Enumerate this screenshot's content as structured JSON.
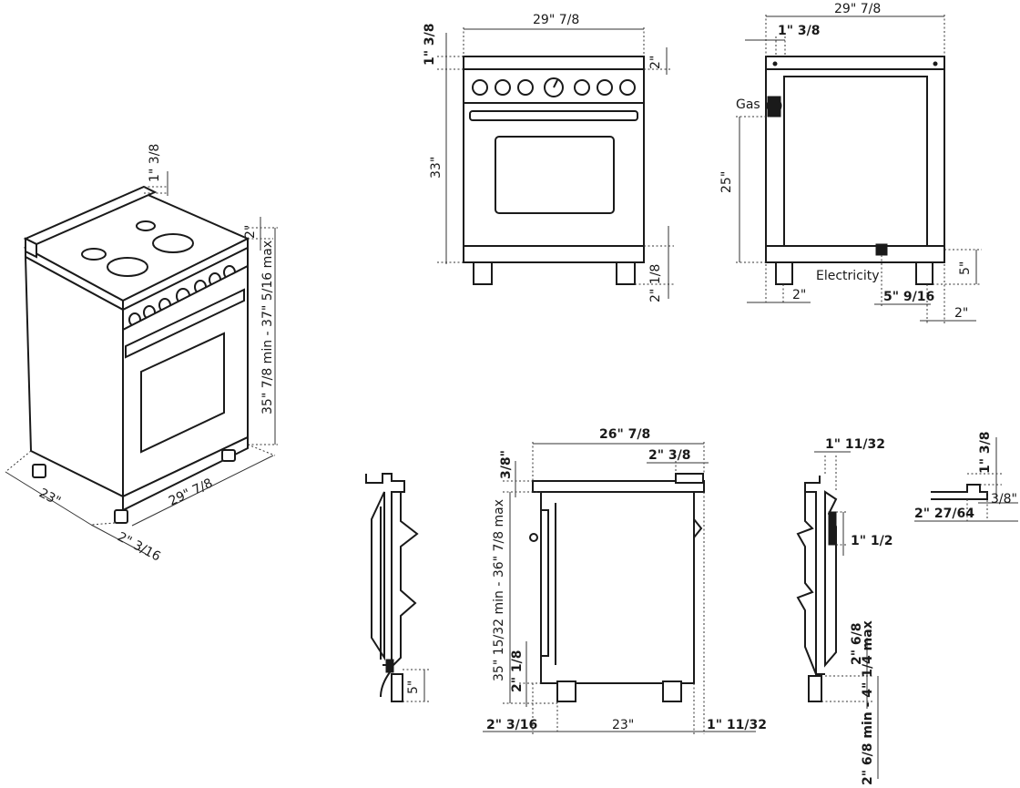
{
  "labels": {
    "iso_top_clearance": "1\" 3/8",
    "iso_backguard": "2\"",
    "iso_height": "35\" 7/8 min - 37\" 5/16 max",
    "iso_depth": "23\"",
    "iso_width": "29\" 7/8",
    "iso_foot": "2\" 3/16",
    "front_width": "29\" 7/8",
    "front_top": "1\" 3/8",
    "front_backguard": "2\"",
    "front_height": "33\"",
    "front_foot": "2\" 1/8",
    "back_width": "29\" 7/8",
    "back_top": "1\" 3/8",
    "back_gas": "Gas",
    "back_gas_height": "25\"",
    "back_electricity": "Electricity",
    "back_left_offset": "2\"",
    "back_elec_height": "5\"",
    "back_elec_offset": "5\" 9/16",
    "back_right_offset": "2\"",
    "side_depth": "26\" 7/8",
    "side_backguard_depth": "2\" 3/8",
    "side_top": "3/8\"",
    "side_height": "35\" 15/32 min - 36\" 7/8 max",
    "side_foot": "2\" 1/8",
    "side_front": "2\" 3/16",
    "side_base_depth": "23\"",
    "side_rear": "1\" 11/32",
    "left_elec_height": "5\"",
    "rear_top": "1\" 11/32",
    "rear_gap": "1\" 1/2",
    "rear_leg": "2\" 6/8",
    "rear_leg_range": "2\" 6/8 min - 4\" 1/4 max",
    "detail_top": "1\" 3/8",
    "detail_side": "3/8\"",
    "detail_depth": "2\" 27/64"
  }
}
